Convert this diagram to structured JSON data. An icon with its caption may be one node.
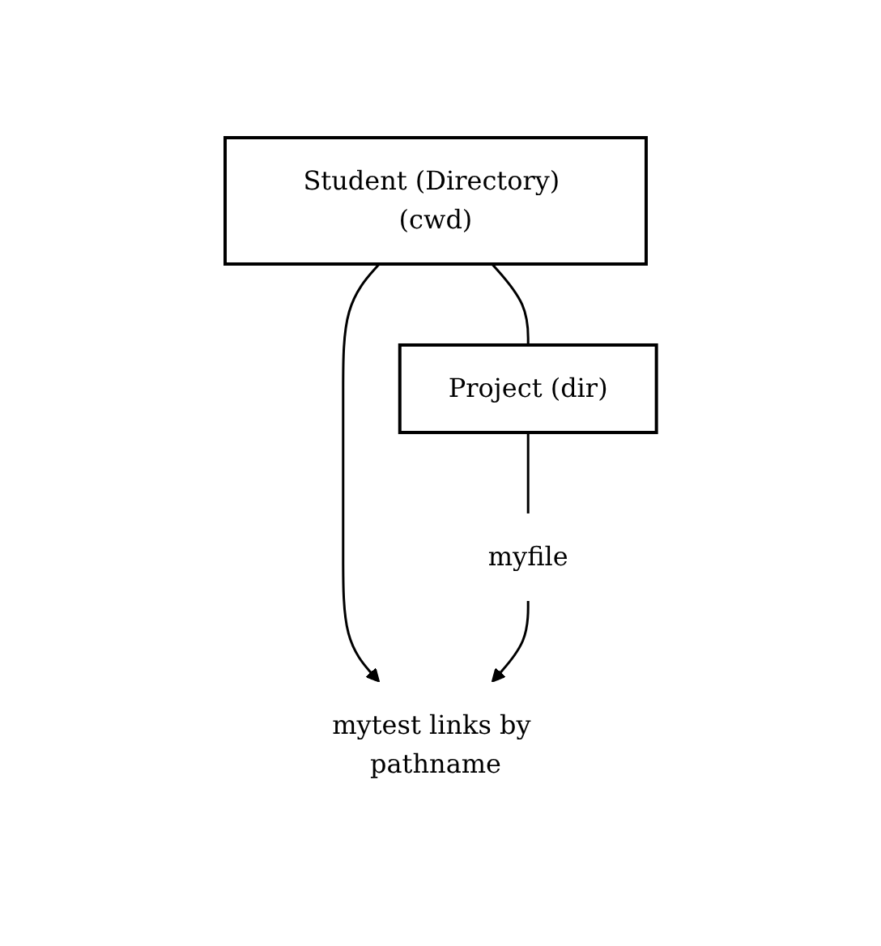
{
  "diagram": {
    "nodes": [
      {
        "text": [
          "Student (Directory) (cwd)"
        ]
      },
      {
        "text": [
          "mytest links by pathname"
        ]
      },
      {
        "text": [
          "Project (dir)"
        ]
      },
      {
        "text": [
          "myfile"
        ]
      }
    ],
    "edges": [
      {
        "from": 0,
        "to": 1,
        "arrow": "to"
      },
      {
        "from": 0,
        "to": 2,
        "arrow": "none"
      },
      {
        "from": 2,
        "to": 3,
        "arrow": "none"
      },
      {
        "from": 3,
        "to": 1,
        "arrow": "to"
      }
    ]
  }
}
